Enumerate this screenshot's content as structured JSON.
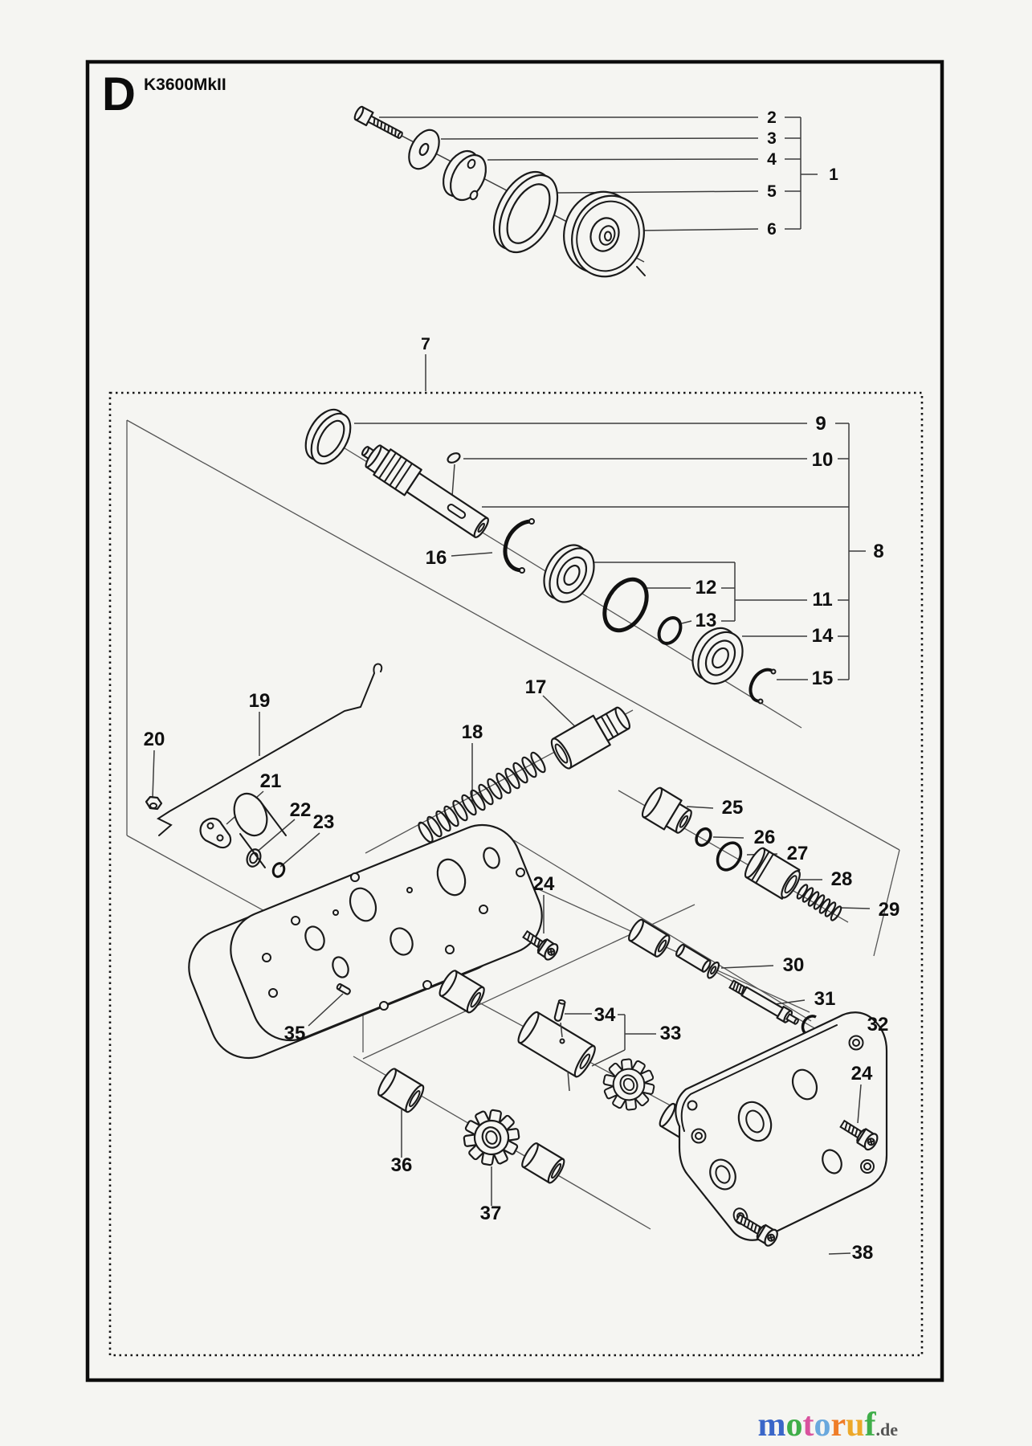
{
  "page": {
    "figure_letter": "D",
    "model": "K3600MkII"
  },
  "callouts": {
    "c1": "1",
    "c2": "2",
    "c3": "3",
    "c4": "4",
    "c5": "5",
    "c6": "6",
    "c7": "7",
    "c8": "8",
    "c9": "9",
    "c10": "10",
    "c11": "11",
    "c12": "12",
    "c13": "13",
    "c14": "14",
    "c15": "15",
    "c16": "16",
    "c17": "17",
    "c18": "18",
    "c19": "19",
    "c20": "20",
    "c21": "21",
    "c22": "22",
    "c23": "23",
    "c24": "24",
    "c25": "25",
    "c26": "26",
    "c27": "27",
    "c28": "28",
    "c29": "29",
    "c30": "30",
    "c31": "31",
    "c32": "32",
    "c33": "33",
    "c34": "34",
    "c35": "35",
    "c36": "36",
    "c37": "37",
    "c38": "38"
  },
  "watermark": {
    "letters": [
      {
        "ch": "m",
        "color": "#3a66c8"
      },
      {
        "ch": "o",
        "color": "#3fae49"
      },
      {
        "ch": "t",
        "color": "#d9539e"
      },
      {
        "ch": "o",
        "color": "#69a8dd"
      },
      {
        "ch": "r",
        "color": "#ef7d28"
      },
      {
        "ch": "u",
        "color": "#eda829"
      },
      {
        "ch": "f",
        "color": "#3fae49"
      }
    ],
    "suffix": ".de",
    "suffix_color": "#555555"
  },
  "colors": {
    "line": "#1a1a1a",
    "leader": "#3c3c3c",
    "background": "#f5f5f2"
  }
}
